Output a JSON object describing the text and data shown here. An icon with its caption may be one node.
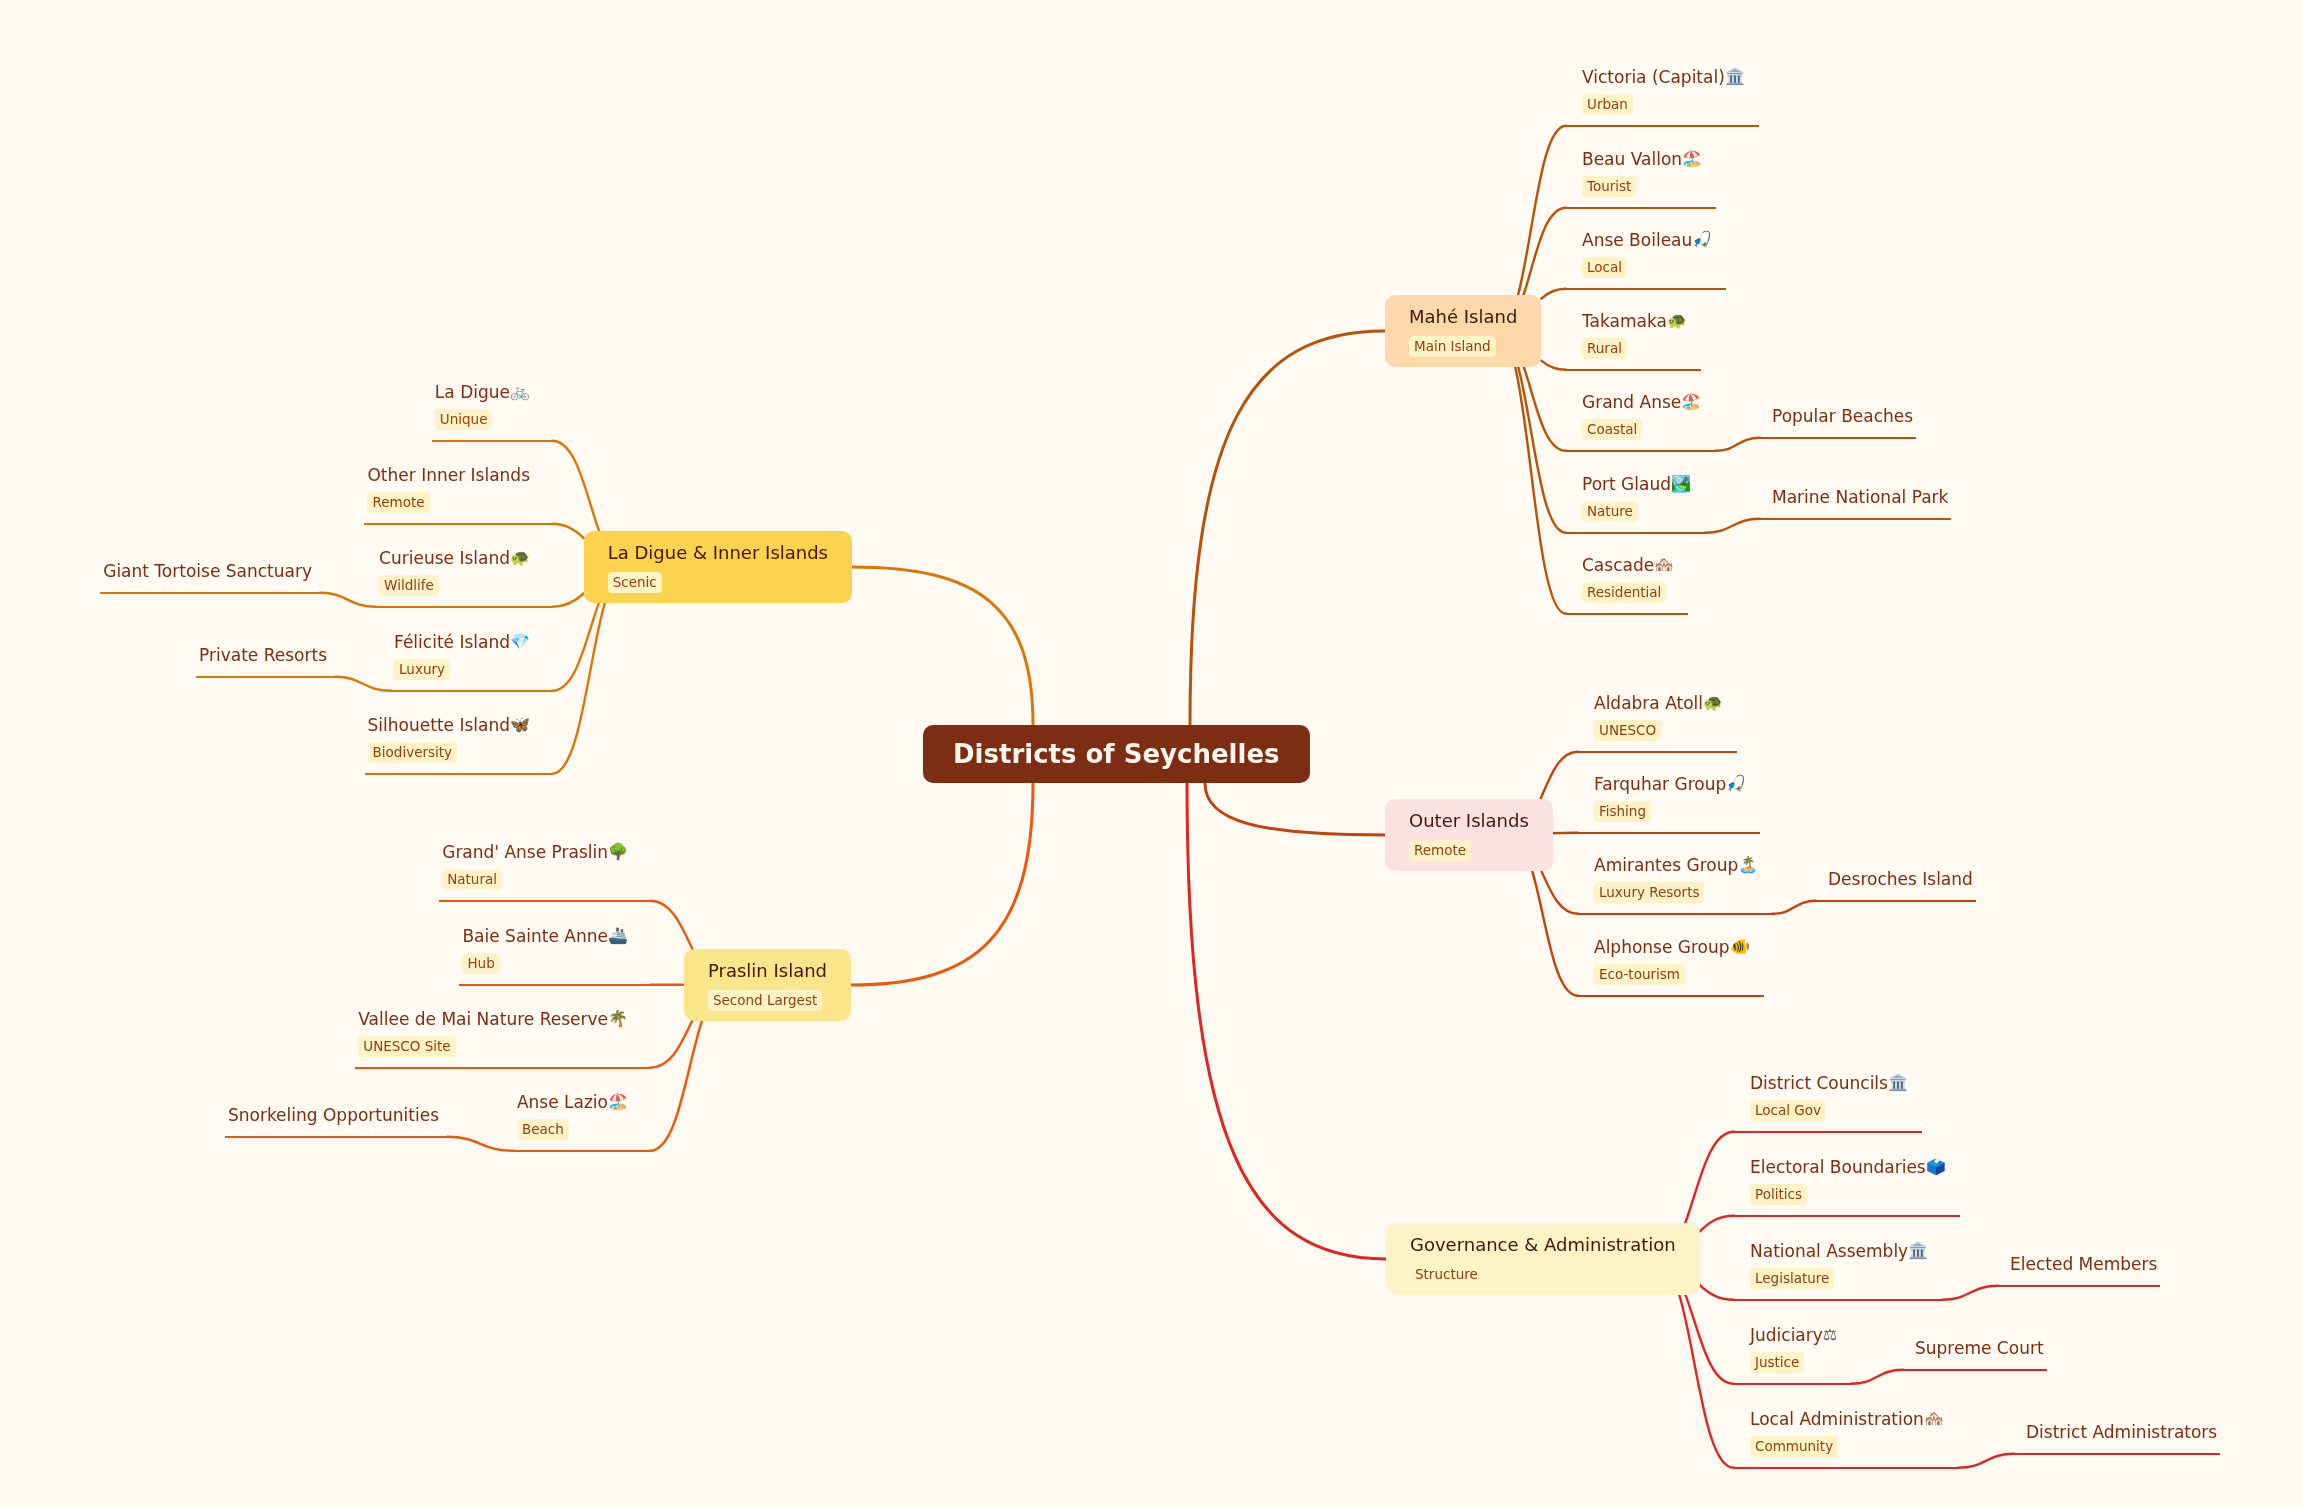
{
  "diagram": {
    "nodes": [
      {
        "text": [
          "Districts of Seychelles"
        ]
      },
      {
        "text": [
          "Mahé Island",
          "Main Island"
        ]
      },
      {
        "text": [
          "Victoria (Capital)🏛️",
          "Urban"
        ]
      },
      {
        "text": [
          "Beau Vallon🏖️",
          "Tourist"
        ]
      },
      {
        "text": [
          "Anse Boileau🎣",
          "Local"
        ]
      },
      {
        "text": [
          "Takamaka🐢",
          "Rural"
        ]
      },
      {
        "text": [
          "Grand Anse🏖️",
          "Coastal"
        ]
      },
      {
        "text": [
          "Popular Beaches"
        ]
      },
      {
        "text": [
          "Port Glaud🏞️",
          "Nature"
        ]
      },
      {
        "text": [
          "Marine National Park"
        ]
      },
      {
        "text": [
          "Cascade🏘️",
          "Residential"
        ]
      },
      {
        "text": [
          "Outer Islands",
          "Remote"
        ]
      },
      {
        "text": [
          "Aldabra Atoll🐢",
          "UNESCO"
        ]
      },
      {
        "text": [
          "Farquhar Group🎣",
          "Fishing"
        ]
      },
      {
        "text": [
          "Amirantes Group🏝️",
          "Luxury Resorts"
        ]
      },
      {
        "text": [
          "Desroches Island"
        ]
      },
      {
        "text": [
          "Alphonse Group🐠",
          "Eco-tourism"
        ]
      },
      {
        "text": [
          "Governance & Administration",
          "Structure"
        ]
      },
      {
        "text": [
          "District Councils🏛️",
          "Local Gov"
        ]
      },
      {
        "text": [
          "Electoral Boundaries🗳️",
          "Politics"
        ]
      },
      {
        "text": [
          "National Assembly🏛️",
          "Legislature"
        ]
      },
      {
        "text": [
          "Elected Members"
        ]
      },
      {
        "text": [
          "Judiciary⚖",
          "Justice"
        ]
      },
      {
        "text": [
          "Supreme Court"
        ]
      },
      {
        "text": [
          "Local Administration🏘️",
          "Community"
        ]
      },
      {
        "text": [
          "District Administrators"
        ]
      },
      {
        "text": [
          "La Digue & Inner Islands",
          "Scenic"
        ]
      },
      {
        "text": [
          "La Digue🚲",
          "Unique"
        ]
      },
      {
        "text": [
          "Other Inner Islands",
          "Remote"
        ]
      },
      {
        "text": [
          "Curieuse Island🐢",
          "Wildlife"
        ]
      },
      {
        "text": [
          "Giant Tortoise Sanctuary"
        ]
      },
      {
        "text": [
          "Félicité Island💎",
          "Luxury"
        ]
      },
      {
        "text": [
          "Private Resorts"
        ]
      },
      {
        "text": [
          "Silhouette Island🦋",
          "Biodiversity"
        ]
      },
      {
        "text": [
          "Praslin Island",
          "Second Largest"
        ]
      },
      {
        "text": [
          "Grand' Anse Praslin🌳",
          "Natural"
        ]
      },
      {
        "text": [
          "Baie Sainte Anne🚢",
          "Hub"
        ]
      },
      {
        "text": [
          "Vallee de Mai Nature Reserve🌴",
          "UNESCO Site"
        ]
      },
      {
        "text": [
          "Anse Lazio🏖️",
          "Beach"
        ]
      },
      {
        "text": [
          "Snorkeling Opportunities"
        ]
      }
    ],
    "edges": [
      {
        "from": 0,
        "to": 1,
        "arrow": "none",
        "color": "#b45309"
      },
      {
        "from": 1,
        "to": 2,
        "arrow": "none",
        "color": "#b45309"
      },
      {
        "from": 1,
        "to": 3,
        "arrow": "none",
        "color": "#b45309"
      },
      {
        "from": 1,
        "to": 4,
        "arrow": "none",
        "color": "#b45309"
      },
      {
        "from": 1,
        "to": 5,
        "arrow": "none",
        "color": "#b45309"
      },
      {
        "from": 1,
        "to": 6,
        "arrow": "none",
        "color": "#b45309"
      },
      {
        "from": 6,
        "to": 7,
        "arrow": "none",
        "color": "#b45309"
      },
      {
        "from": 1,
        "to": 8,
        "arrow": "none",
        "color": "#b45309"
      },
      {
        "from": 8,
        "to": 9,
        "arrow": "none",
        "color": "#b45309"
      },
      {
        "from": 1,
        "to": 10,
        "arrow": "none",
        "color": "#b45309"
      },
      {
        "from": 0,
        "to": 11,
        "arrow": "none",
        "color": "#c2410c"
      },
      {
        "from": 11,
        "to": 12,
        "arrow": "none",
        "color": "#c2410c"
      },
      {
        "from": 11,
        "to": 13,
        "arrow": "none",
        "color": "#c2410c"
      },
      {
        "from": 11,
        "to": 14,
        "arrow": "none",
        "color": "#c2410c"
      },
      {
        "from": 14,
        "to": 15,
        "arrow": "none",
        "color": "#c2410c"
      },
      {
        "from": 11,
        "to": 16,
        "arrow": "none",
        "color": "#c2410c"
      },
      {
        "from": 0,
        "to": 17,
        "arrow": "none",
        "color": "#dc2626"
      },
      {
        "from": 17,
        "to": 18,
        "arrow": "none",
        "color": "#dc2626"
      },
      {
        "from": 17,
        "to": 19,
        "arrow": "none",
        "color": "#dc2626"
      },
      {
        "from": 17,
        "to": 20,
        "arrow": "none",
        "color": "#dc2626"
      },
      {
        "from": 20,
        "to": 21,
        "arrow": "none",
        "color": "#dc2626"
      },
      {
        "from": 17,
        "to": 22,
        "arrow": "none",
        "color": "#dc2626"
      },
      {
        "from": 22,
        "to": 23,
        "arrow": "none",
        "color": "#dc2626"
      },
      {
        "from": 17,
        "to": 24,
        "arrow": "none",
        "color": "#dc2626"
      },
      {
        "from": 24,
        "to": 25,
        "arrow": "none",
        "color": "#dc2626"
      },
      {
        "from": 0,
        "to": 26,
        "arrow": "none",
        "color": "#d97706"
      },
      {
        "from": 26,
        "to": 27,
        "arrow": "none",
        "color": "#d97706"
      },
      {
        "from": 26,
        "to": 28,
        "arrow": "none",
        "color": "#d97706"
      },
      {
        "from": 26,
        "to": 29,
        "arrow": "none",
        "color": "#d97706"
      },
      {
        "from": 29,
        "to": 30,
        "arrow": "none",
        "color": "#d97706"
      },
      {
        "from": 26,
        "to": 31,
        "arrow": "none",
        "color": "#d97706"
      },
      {
        "from": 31,
        "to": 32,
        "arrow": "none",
        "color": "#d97706"
      },
      {
        "from": 26,
        "to": 33,
        "arrow": "none",
        "color": "#d97706"
      },
      {
        "from": 0,
        "to": 34,
        "arrow": "none",
        "color": "#ea580c"
      },
      {
        "from": 34,
        "to": 35,
        "arrow": "none",
        "color": "#ea580c"
      },
      {
        "from": 34,
        "to": 36,
        "arrow": "none",
        "color": "#ea580c"
      },
      {
        "from": 34,
        "to": 37,
        "arrow": "none",
        "color": "#ea580c"
      },
      {
        "from": 34,
        "to": 38,
        "arrow": "none",
        "color": "#ea580c"
      },
      {
        "from": 38,
        "to": 39,
        "arrow": "none",
        "color": "#ea580c"
      }
    ]
  }
}
